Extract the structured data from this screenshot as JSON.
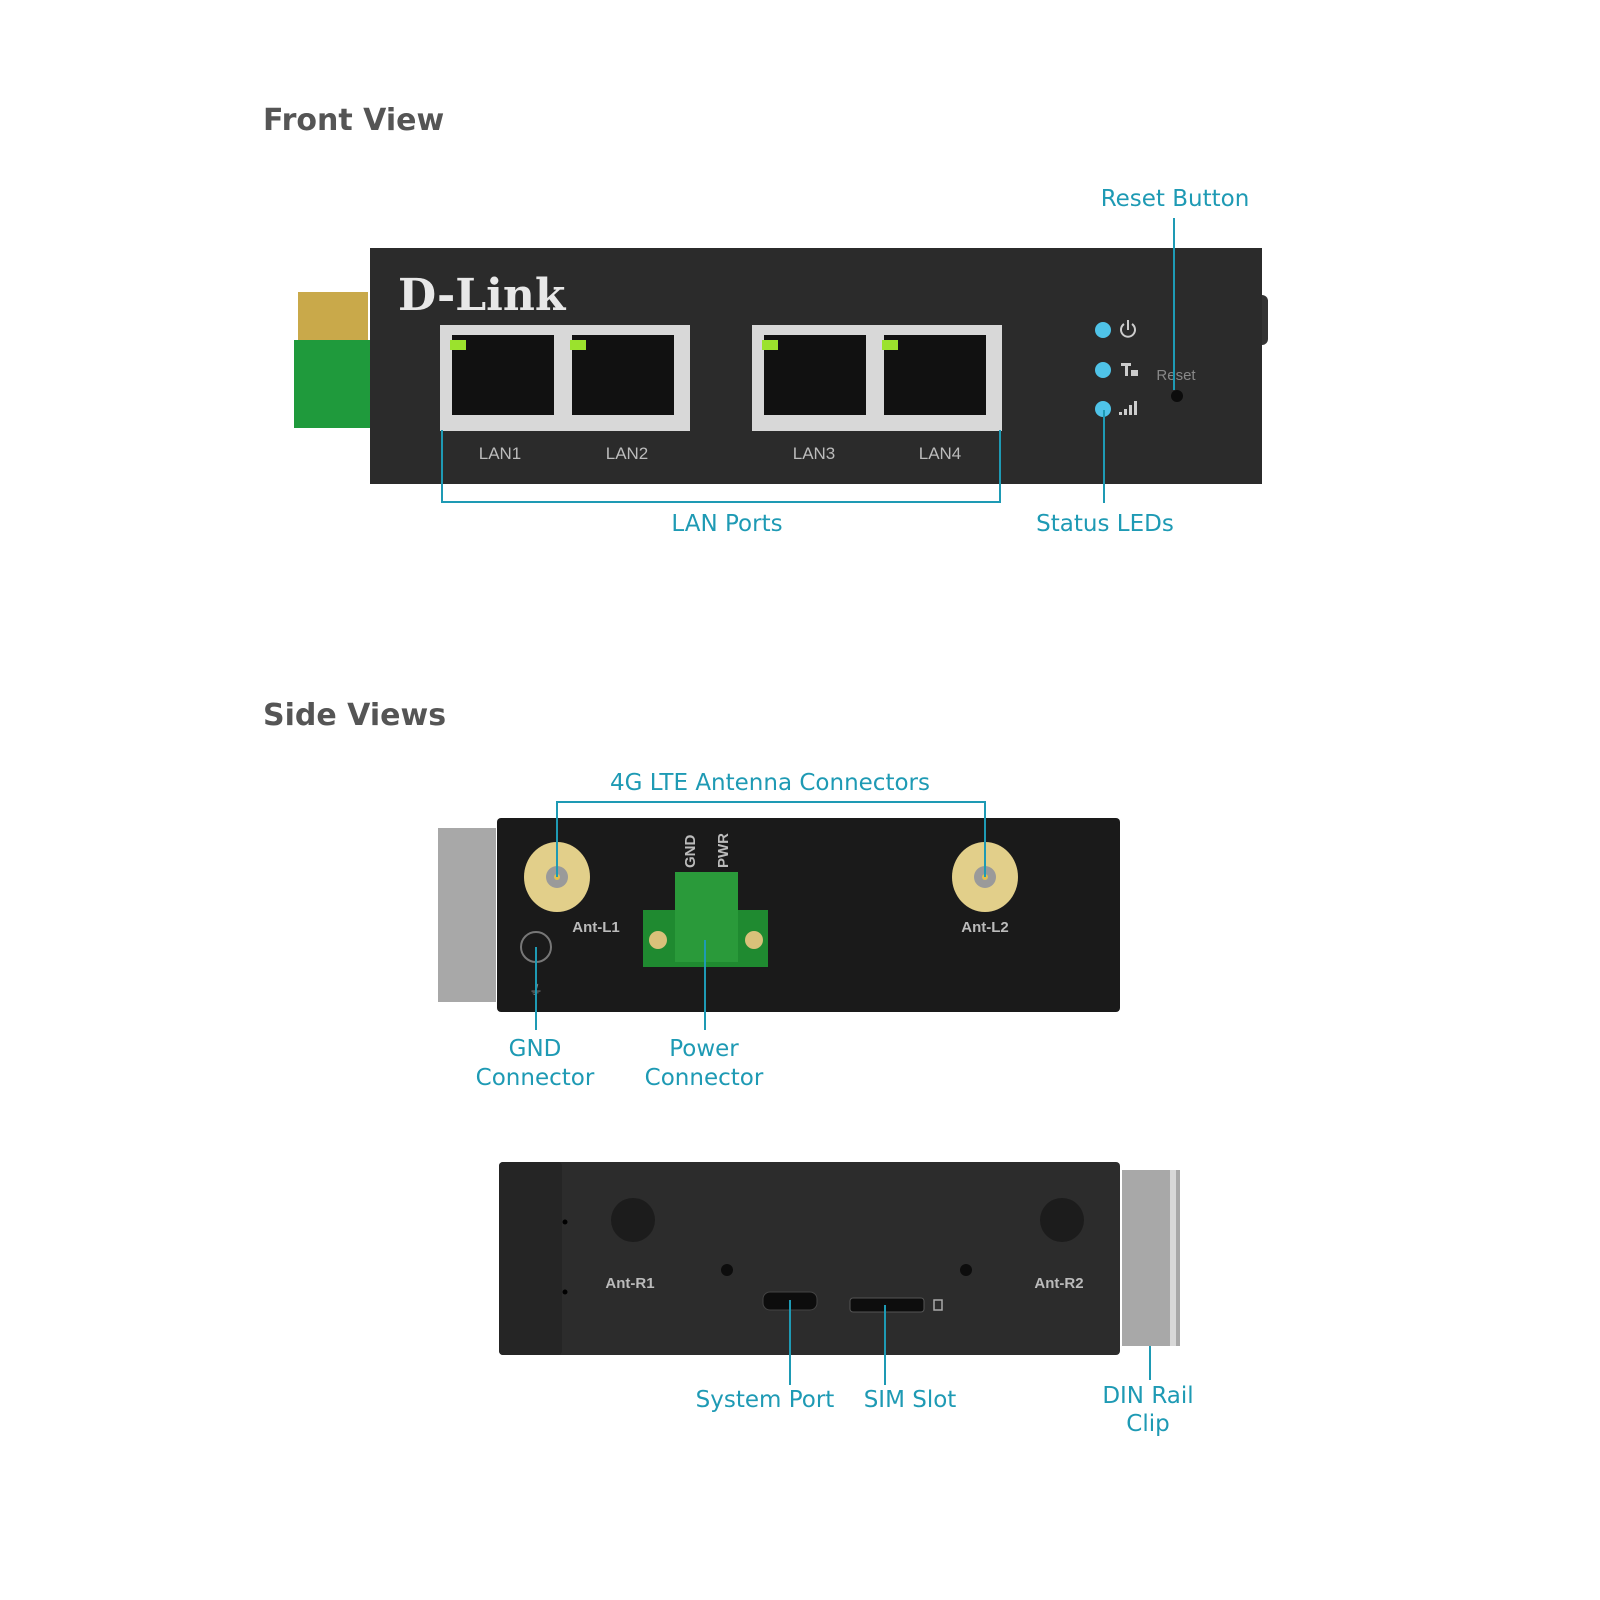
{
  "sections": {
    "front_title": "Front View",
    "side_title": "Side Views"
  },
  "front": {
    "logo": "D-Link",
    "ports": [
      "LAN1",
      "LAN2",
      "LAN3",
      "LAN4"
    ],
    "reset_text": "Reset",
    "callouts": {
      "reset_button": "Reset Button",
      "lan_ports": "LAN Ports",
      "status_leds": "Status LEDs"
    },
    "led_icons": [
      "power-icon",
      "wan-icon",
      "signal-icon"
    ],
    "led_color": "#4fc3e8",
    "port_led_color": "#9be22d"
  },
  "side1": {
    "ant_l1": "Ant-L1",
    "ant_l2": "Ant-L2",
    "gnd_pin": "GND",
    "pwr_pin": "PWR",
    "callouts": {
      "antenna": "4G LTE Antenna Connectors",
      "gnd_1": "GND",
      "gnd_2": "Connector",
      "power_1": "Power",
      "power_2": "Connector"
    }
  },
  "side2": {
    "ant_r1": "Ant-R1",
    "ant_r2": "Ant-R2",
    "callouts": {
      "system_port": "System Port",
      "sim_slot": "SIM Slot",
      "din_1": "DIN Rail",
      "din_2": "Clip"
    }
  },
  "colors": {
    "accent": "#1e9ab4",
    "device": "#2b2b2b"
  }
}
